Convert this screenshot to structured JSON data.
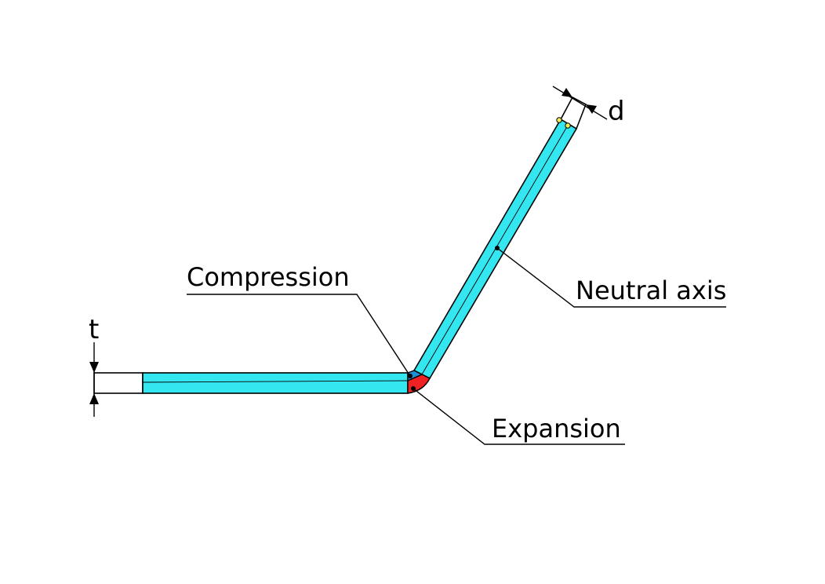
{
  "labels": {
    "compression": "Compression",
    "neutral_axis": "Neutral axis",
    "expansion": "Expansion",
    "thickness": "t",
    "distance": "d"
  },
  "colors": {
    "sheet_fill": "#33E6F0",
    "expansion_zone": "#EE2222",
    "compression_zone": "#1E8FD6",
    "outline": "#000000",
    "marker_dot": "#F2EE55",
    "background": "#FFFFFF"
  }
}
